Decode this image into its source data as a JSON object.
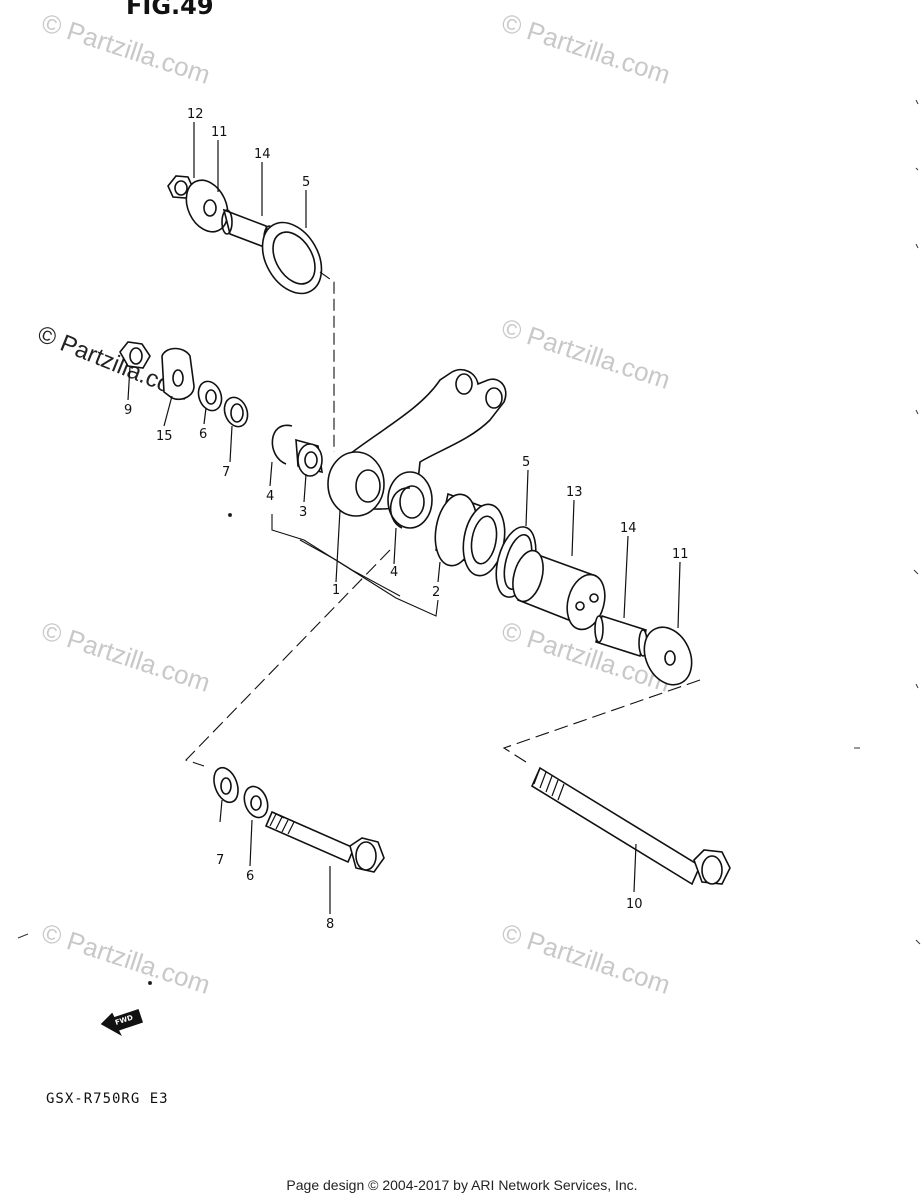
{
  "figure_number": "FIG.49",
  "model_code": "GSX-R750RG E3",
  "footer": "Page design © 2004-2017 by ARI Network Services, Inc.",
  "fwd_badge": "FWD",
  "watermarks": {
    "text": "Partzilla.com",
    "dark_text": "© Partzilla.com",
    "color": "#c8c8c8"
  },
  "parts": {
    "p1": "1",
    "p2": "2",
    "p3": "3",
    "p4a": "4",
    "p4b": "4",
    "p5a": "5",
    "p5b": "5",
    "p6a": "6",
    "p6b": "6",
    "p7a": "7",
    "p7b": "7",
    "p8": "8",
    "p9": "9",
    "p10": "10",
    "p11a": "11",
    "p11b": "11",
    "p12": "12",
    "p13": "13",
    "p14a": "14",
    "p14b": "14",
    "p15": "15"
  }
}
